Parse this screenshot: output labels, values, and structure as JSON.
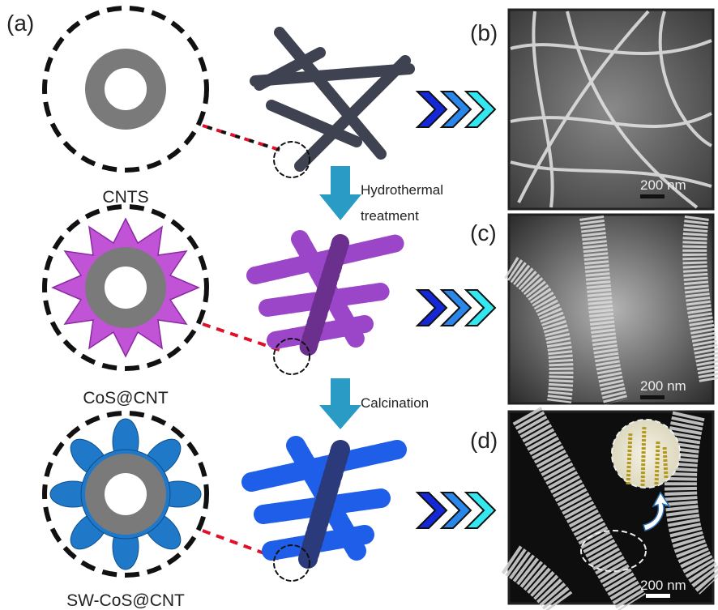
{
  "panels": {
    "a": "(a)",
    "b": "(b)",
    "c": "(c)",
    "d": "(d)"
  },
  "materials": [
    "CNTS",
    "CoS@CNT",
    "SW-CoS@CNT"
  ],
  "steps": {
    "step1_line1": "Hydrothermal",
    "step1_line2": "treatment",
    "step2": "Calcination"
  },
  "scale_bars": [
    "200 nm",
    "200 nm",
    "200 nm"
  ],
  "colors": {
    "cnt_gray": "#7a7a7a",
    "cos_purple": "#c154d6",
    "sw_cos_blue": "#1f78c8",
    "process_arrow": "#2a9bc4",
    "chevrons": [
      "#1428d8",
      "#2a86e8",
      "#33e6f0"
    ],
    "connector_red": "#e0102a"
  }
}
